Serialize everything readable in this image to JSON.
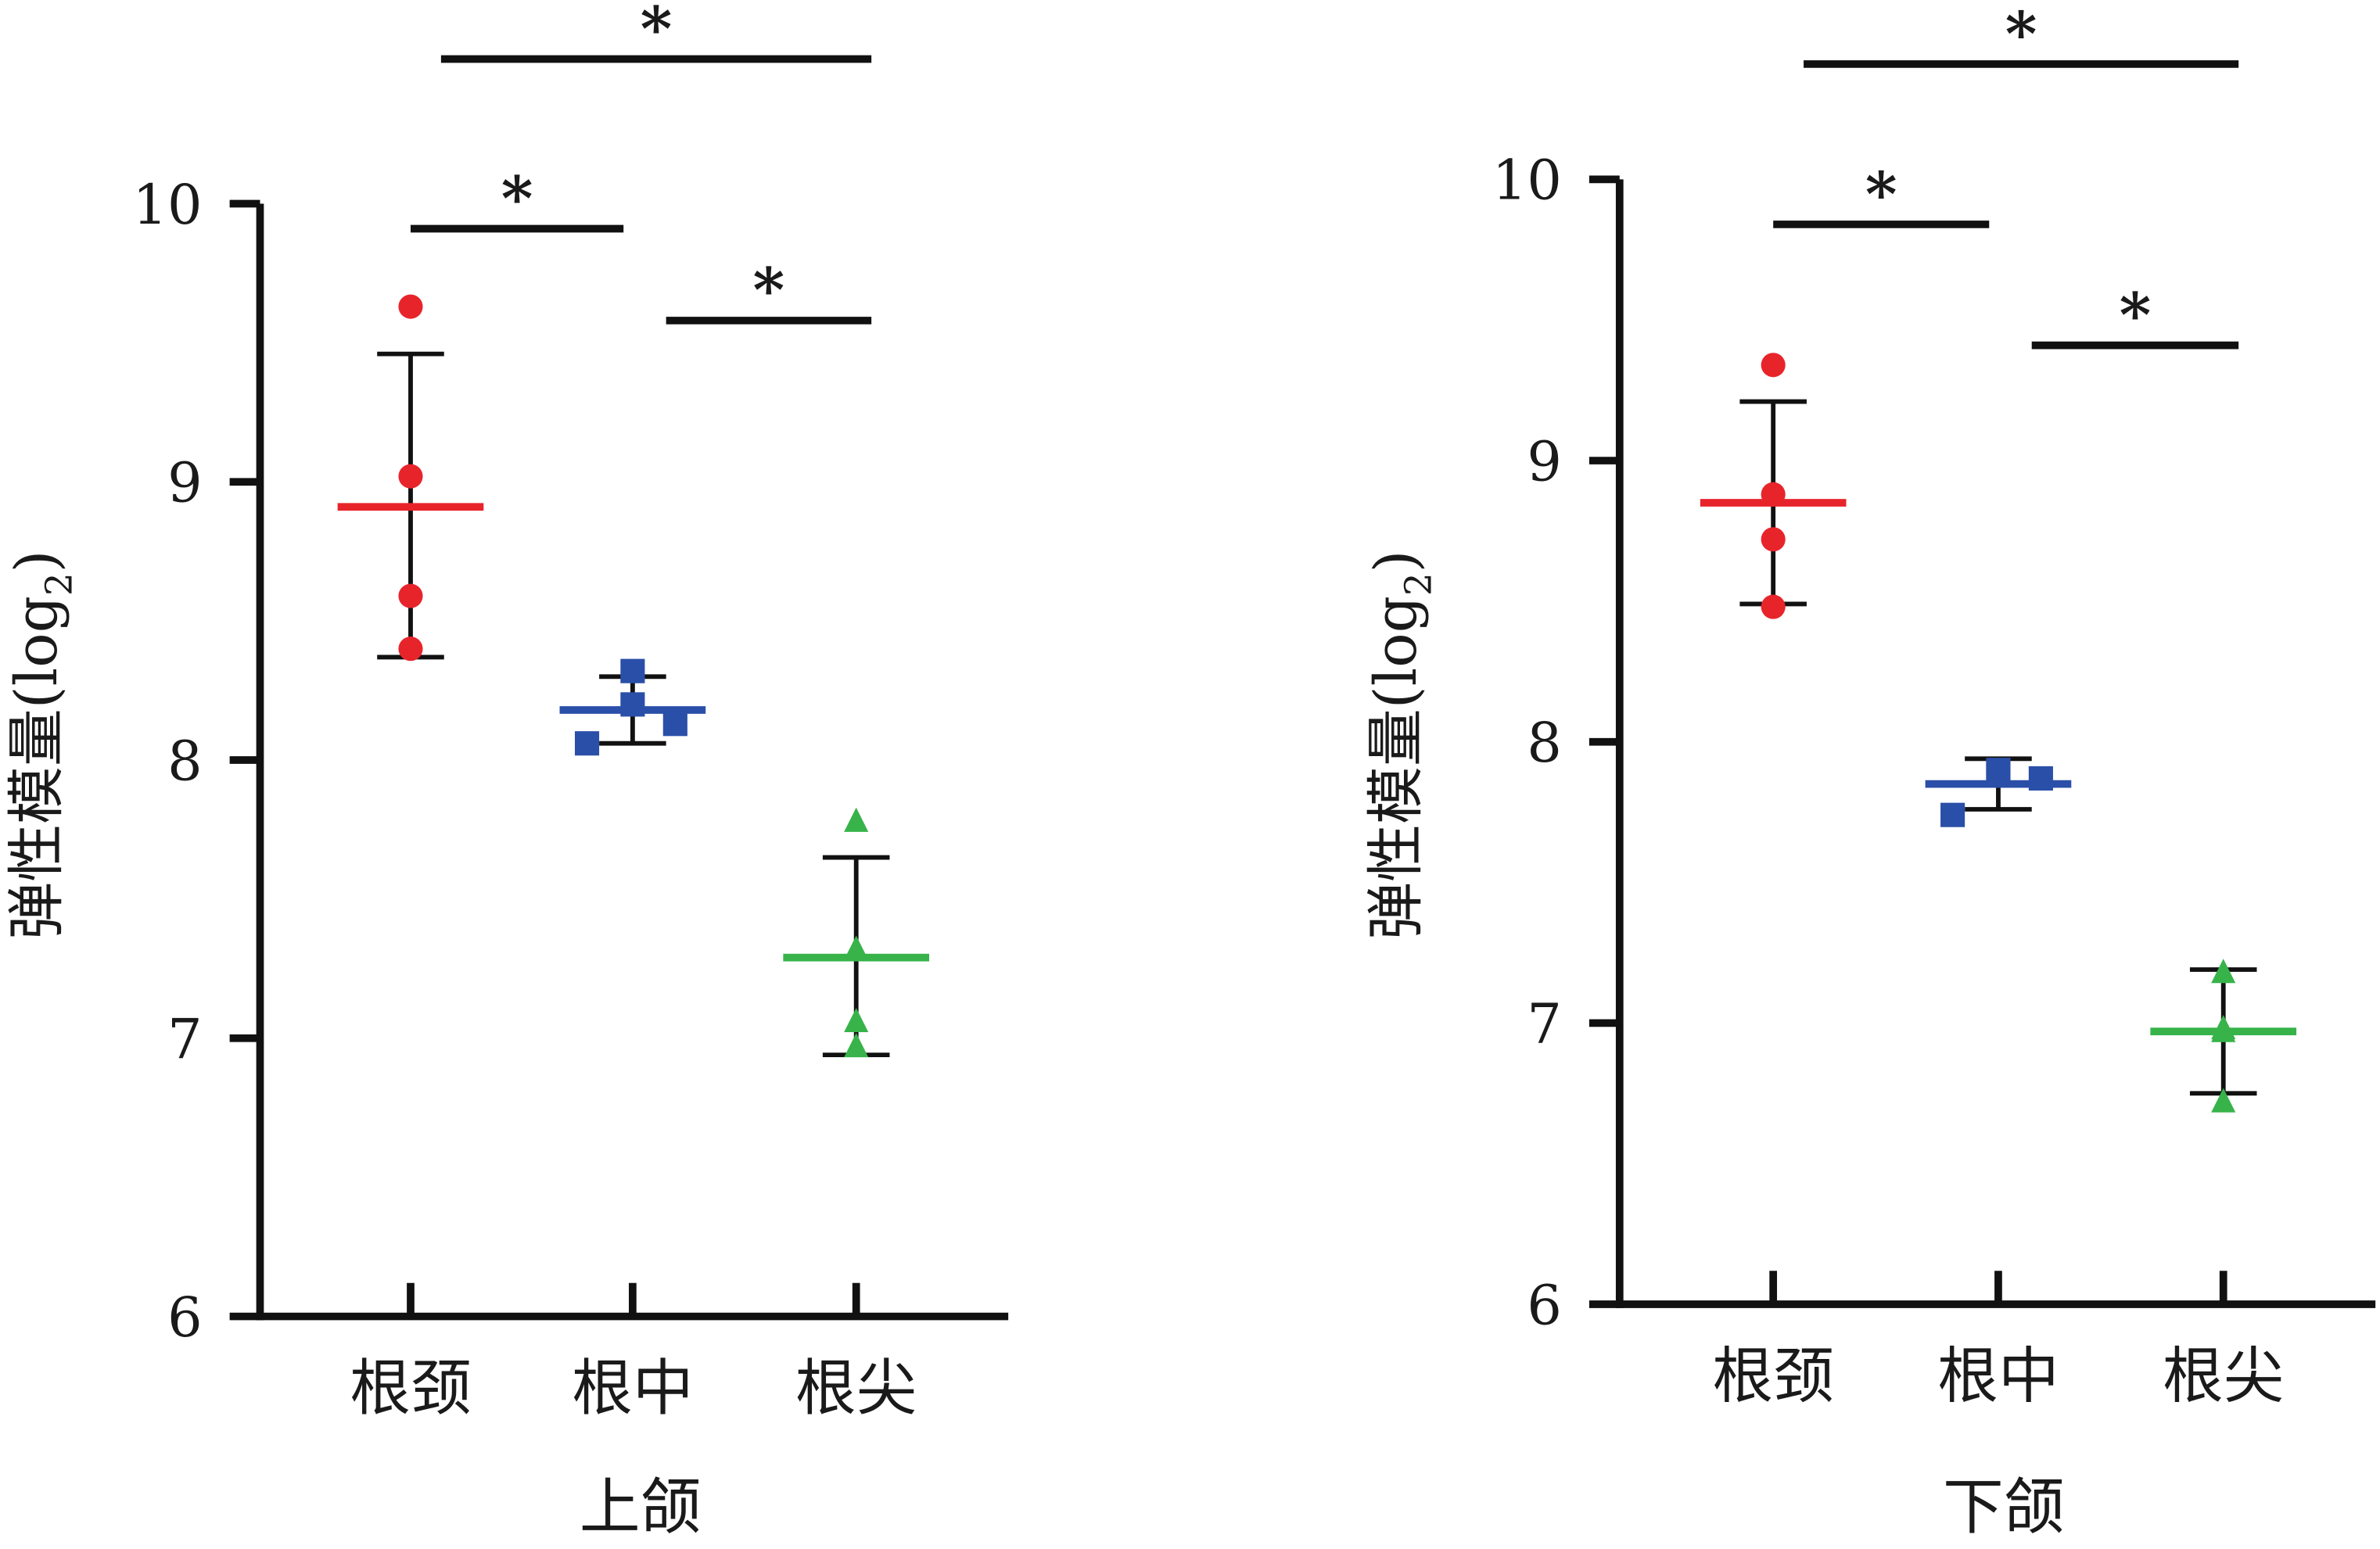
{
  "chart_data": [
    {
      "type": "scatter",
      "xlabel": "上颌",
      "ylabel": "弹性模量",
      "ylabel_unit": "(log",
      "ylabel_sub": "2",
      "ylabel_close": ")",
      "ylim": [
        6,
        10
      ],
      "yticks": [
        "6",
        "7",
        "8",
        "9",
        "10"
      ],
      "categories": [
        "根颈",
        "根中",
        "根尖"
      ],
      "series": [
        {
          "category": "根颈",
          "color": "#e8242b",
          "marker": "circle",
          "points": [
            9.63,
            9.02,
            8.59,
            8.4
          ],
          "mean": 8.91,
          "err_high": 9.46,
          "err_low": 8.37
        },
        {
          "category": "根中",
          "color": "#2a4fa8",
          "marker": "square",
          "points": [
            8.32,
            8.2,
            8.13,
            8.06
          ],
          "mean": 8.18,
          "err_high": 8.3,
          "err_low": 8.06
        },
        {
          "category": "根尖",
          "color": "#37b34a",
          "marker": "triangle",
          "points": [
            7.78,
            7.32,
            7.06,
            6.97
          ],
          "mean": 7.29,
          "err_high": 7.65,
          "err_low": 6.94
        }
      ],
      "significance": [
        {
          "from": 0,
          "to": 2,
          "y": 10.52,
          "label": "*"
        },
        {
          "from": 0,
          "to": 1,
          "y": 9.91,
          "label": "*"
        },
        {
          "from": 1,
          "to": 2,
          "y": 9.58,
          "label": "*"
        }
      ],
      "grid": false
    },
    {
      "type": "scatter",
      "xlabel": "下颌",
      "ylabel": "弹性模量",
      "ylabel_unit": "(log",
      "ylabel_sub": "2",
      "ylabel_close": ")",
      "ylim": [
        6,
        10
      ],
      "yticks": [
        "6",
        "7",
        "8",
        "9",
        "10"
      ],
      "categories": [
        "根颈",
        "根中",
        "根尖"
      ],
      "series": [
        {
          "category": "根颈",
          "color": "#e8242b",
          "marker": "circle",
          "points": [
            9.34,
            8.88,
            8.72,
            8.48
          ],
          "mean": 8.85,
          "err_high": 9.21,
          "err_low": 8.49
        },
        {
          "category": "根中",
          "color": "#2a4fa8",
          "marker": "square",
          "points": [
            7.9,
            7.89,
            7.87,
            7.74
          ],
          "mean": 7.85,
          "err_high": 7.94,
          "err_low": 7.76
        },
        {
          "category": "根尖",
          "color": "#37b34a",
          "marker": "triangle",
          "points": [
            7.18,
            6.98,
            6.97,
            6.72
          ],
          "mean": 6.97,
          "err_high": 7.19,
          "err_low": 6.75
        }
      ],
      "significance": [
        {
          "from": 0,
          "to": 2,
          "y": 10.41,
          "label": "*"
        },
        {
          "from": 0,
          "to": 1,
          "y": 9.84,
          "label": "*"
        },
        {
          "from": 1,
          "to": 2,
          "y": 9.41,
          "label": "*"
        }
      ],
      "grid": false
    }
  ]
}
